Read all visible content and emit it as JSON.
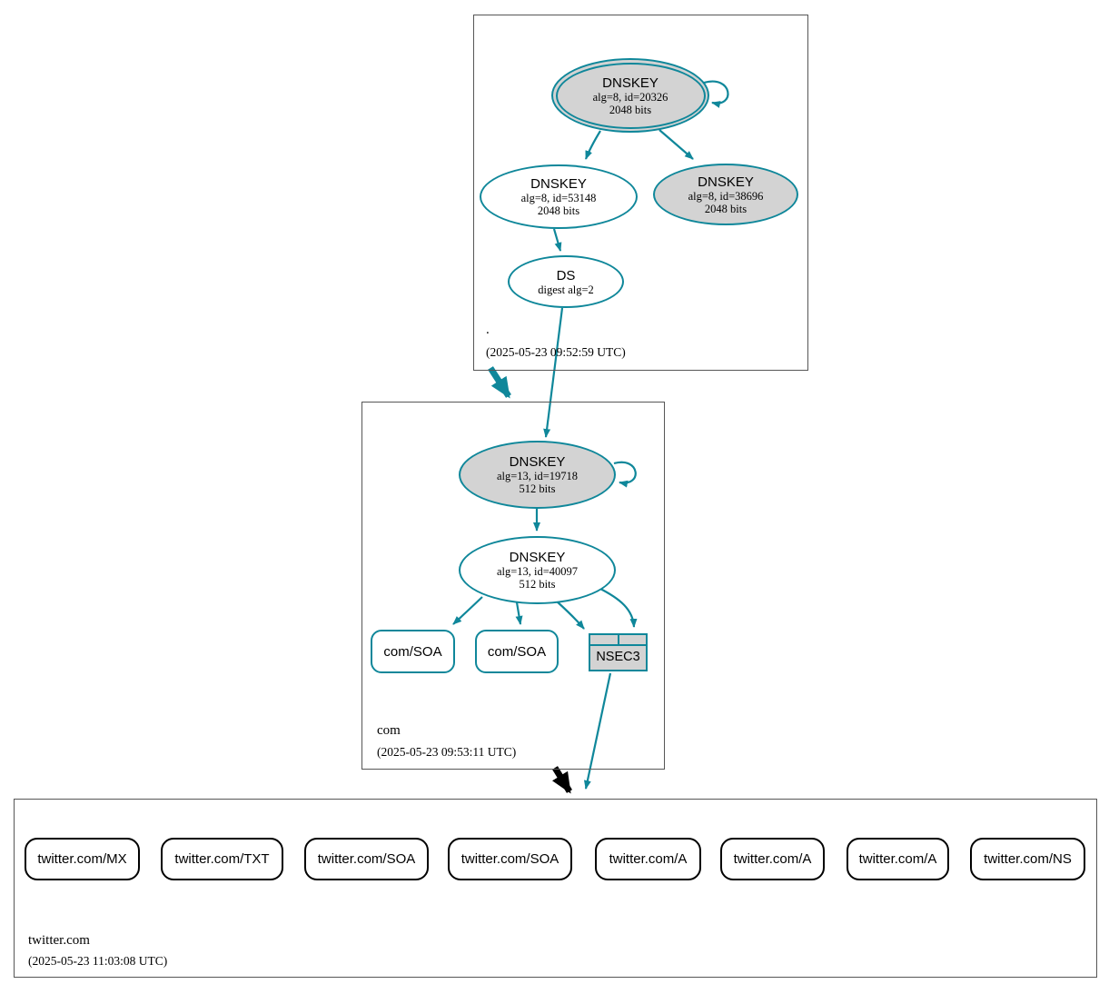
{
  "colors": {
    "secure_teal": "#0f879a",
    "node_fill_gray": "#d3d3d3",
    "insecure_black": "#000000",
    "zone_border": "#565656"
  },
  "zones": [
    {
      "name": ".",
      "timestamp": "(2025-05-23 09:52:59 UTC)",
      "nodes": {
        "ksk": {
          "title": "DNSKEY",
          "detail1": "alg=8, id=20326",
          "detail2": "2048 bits"
        },
        "zsk": {
          "title": "DNSKEY",
          "detail1": "alg=8, id=53148",
          "detail2": "2048 bits"
        },
        "ksk2": {
          "title": "DNSKEY",
          "detail1": "alg=8, id=38696",
          "detail2": "2048 bits"
        },
        "ds": {
          "title": "DS",
          "detail1": "digest alg=2"
        }
      }
    },
    {
      "name": "com",
      "timestamp": "(2025-05-23 09:53:11 UTC)",
      "nodes": {
        "ksk": {
          "title": "DNSKEY",
          "detail1": "alg=13, id=19718",
          "detail2": "512 bits"
        },
        "zsk": {
          "title": "DNSKEY",
          "detail1": "alg=13, id=40097",
          "detail2": "512 bits"
        },
        "soa1": {
          "label": "com/SOA"
        },
        "soa2": {
          "label": "com/SOA"
        },
        "nsec3": {
          "label": "NSEC3"
        }
      }
    },
    {
      "name": "twitter.com",
      "timestamp": "(2025-05-23 11:03:08 UTC)",
      "rrsets": [
        "twitter.com/MX",
        "twitter.com/TXT",
        "twitter.com/SOA",
        "twitter.com/SOA",
        "twitter.com/A",
        "twitter.com/A",
        "twitter.com/A",
        "twitter.com/NS"
      ]
    }
  ]
}
